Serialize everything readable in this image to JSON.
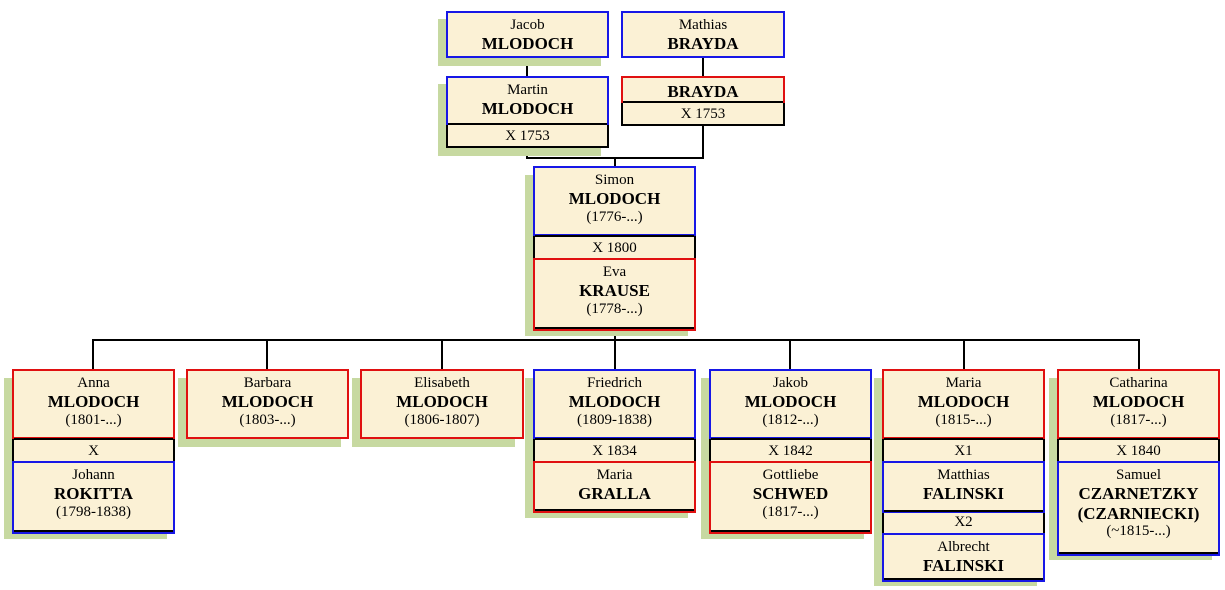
{
  "gen1": {
    "jacob": {
      "given": "Jacob",
      "surname": "MLODOCH"
    },
    "mathias": {
      "given": "Mathias",
      "surname": "BRAYDA"
    }
  },
  "gen2": {
    "martin": {
      "given": "Martin",
      "surname": "MLODOCH",
      "marriage": "X 1753"
    },
    "brayda": {
      "surname": "BRAYDA",
      "marriage": "X 1753"
    }
  },
  "gen3": {
    "simon": {
      "given": "Simon",
      "surname": "MLODOCH",
      "dates": "(1776-...)"
    },
    "marriage": "X 1800",
    "eva": {
      "given": "Eva",
      "surname": "KRAUSE",
      "dates": "(1778-...)"
    }
  },
  "children": {
    "anna": {
      "given": "Anna",
      "surname": "MLODOCH",
      "dates": "(1801-...)",
      "marriage": "X",
      "spouse": {
        "given": "Johann",
        "surname": "ROKITTA",
        "dates": "(1798-1838)"
      }
    },
    "barbara": {
      "given": "Barbara",
      "surname": "MLODOCH",
      "dates": "(1803-...)"
    },
    "elisabeth": {
      "given": "Elisabeth",
      "surname": "MLODOCH",
      "dates": "(1806-1807)"
    },
    "friedrich": {
      "given": "Friedrich",
      "surname": "MLODOCH",
      "dates": "(1809-1838)",
      "marriage": "X 1834",
      "spouse": {
        "given": "Maria",
        "surname": "GRALLA"
      }
    },
    "jakob": {
      "given": "Jakob",
      "surname": "MLODOCH",
      "dates": "(1812-...)",
      "marriage": "X 1842",
      "spouse": {
        "given": "Gottliebe",
        "surname": "SCHWED",
        "dates": "(1817-...)"
      }
    },
    "maria": {
      "given": "Maria",
      "surname": "MLODOCH",
      "dates": "(1815-...)",
      "marriage1": "X1",
      "spouse1": {
        "given": "Matthias",
        "surname": "FALINSKI"
      },
      "marriage2": "X2",
      "spouse2": {
        "given": "Albrecht",
        "surname": "FALINSKI"
      }
    },
    "catharina": {
      "given": "Catharina",
      "surname": "MLODOCH",
      "dates": "(1817-...)",
      "marriage": "X 1840",
      "spouse": {
        "given": "Samuel",
        "surname": "CZARNETZKY",
        "surname2": "(CZARNIECKI)",
        "dates": "(~1815-...)"
      }
    }
  },
  "colors": {
    "male_border": "#1717e6",
    "female_border": "#e01010",
    "box_fill": "#fbf1d5",
    "shadow": "#c7d9a1"
  }
}
